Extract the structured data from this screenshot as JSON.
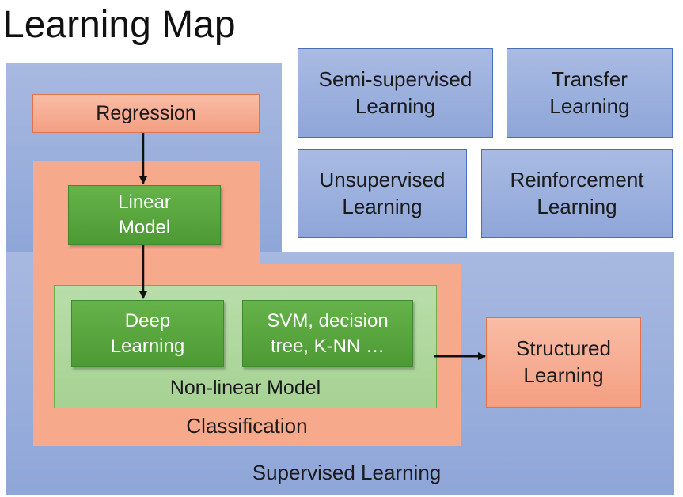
{
  "title": "Learning Map",
  "nodes": {
    "regression": "Regression",
    "linear_model": "Linear\nModel",
    "deep_learning": "Deep\nLearning",
    "svm": "SVM, decision\ntree, K-NN …",
    "non_linear_model": "Non-linear Model",
    "classification": "Classification",
    "structured_learning": "Structured\nLearning",
    "supervised_learning": "Supervised Learning",
    "semi_supervised": "Semi-supervised\nLearning",
    "transfer": "Transfer\nLearning",
    "unsupervised": "Unsupervised\nLearning",
    "reinforcement": "Reinforcement\nLearning"
  },
  "colors": {
    "supervised": "#8ea6d8",
    "orange": "#f7a98c",
    "green": "#59a63f",
    "green_panel": "#b2d9a1"
  }
}
